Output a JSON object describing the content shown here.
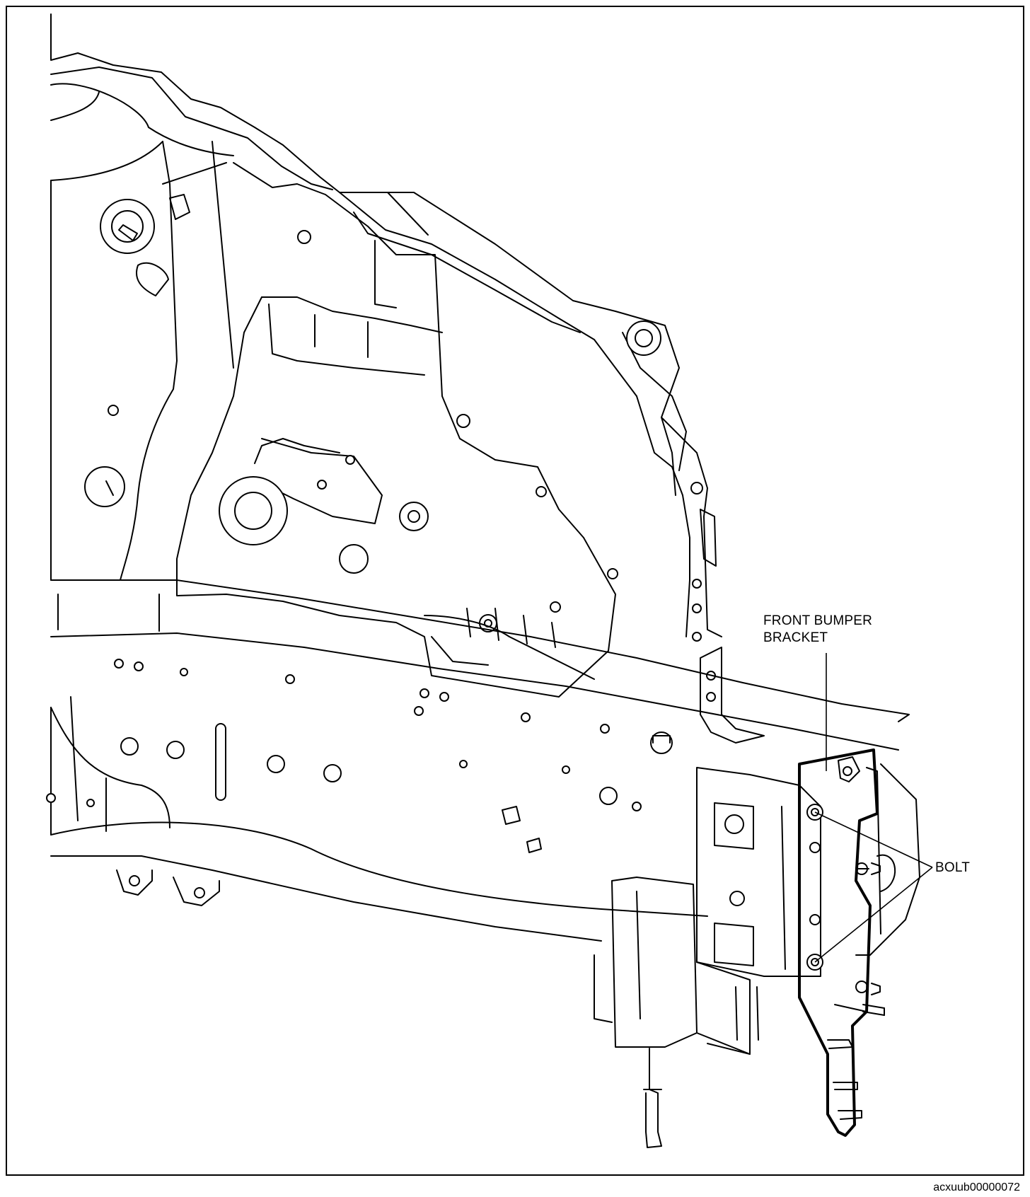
{
  "figure": {
    "callouts": {
      "bracket_line1": "FRONT BUMPER",
      "bracket_line2": "BRACKET",
      "bolt": "BOLT"
    },
    "reference_code": "acxuub00000072"
  },
  "colors": {
    "line": "#000000",
    "background": "#ffffff"
  },
  "icons": [
    "car-front-body-structure-drawing",
    "front-bumper-bracket-part",
    "bolt-fastener"
  ]
}
